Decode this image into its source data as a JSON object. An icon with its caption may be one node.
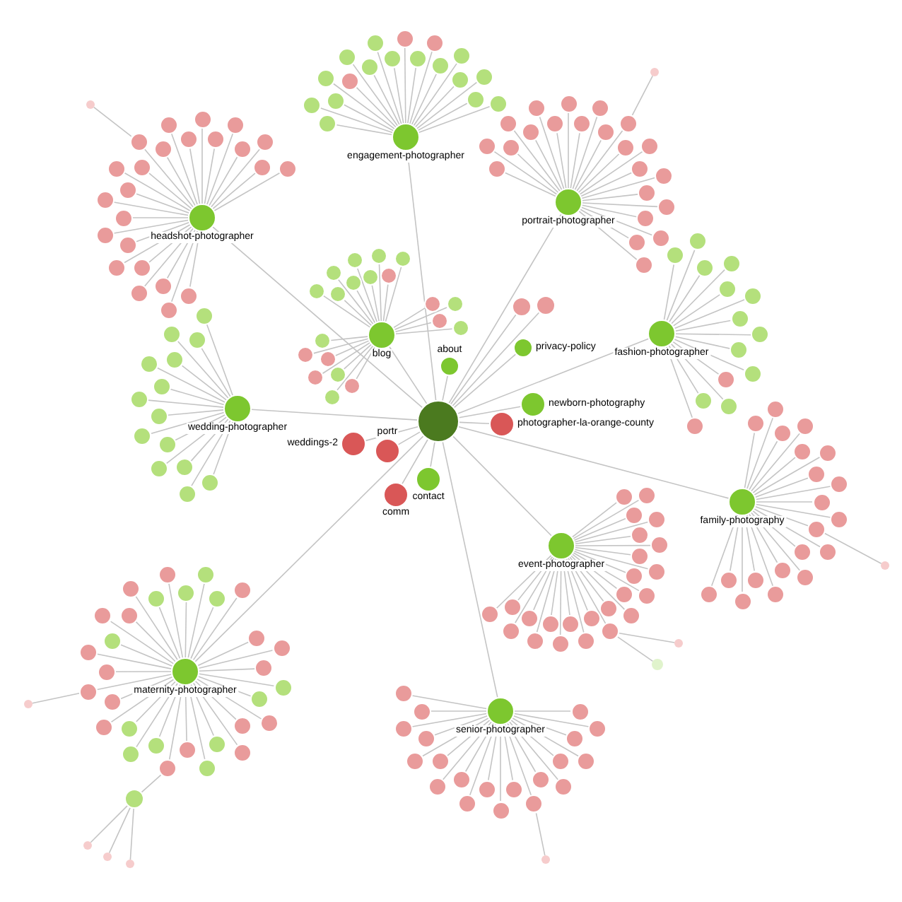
{
  "diagram": {
    "nodes": [
      {
        "text": [],
        "shape": "circle"
      },
      {
        "text": [
          "engagement-photographer"
        ]
      },
      {
        "text": [
          "portrait-photographer"
        ]
      },
      {
        "text": [
          "headshot-photographer"
        ]
      },
      {
        "text": [
          "blog"
        ]
      },
      {
        "text": [
          "fashion-photographer"
        ]
      },
      {
        "text": [
          "wedding-photographer"
        ]
      },
      {
        "text": [
          "family-photography"
        ]
      },
      {
        "text": [
          "event-photographer"
        ]
      },
      {
        "text": [
          "maternity-photographer"
        ]
      },
      {
        "text": [
          "senior-photographer"
        ]
      },
      {
        "text": [
          "about"
        ]
      },
      {
        "text": [
          "privacy-policy"
        ]
      },
      {
        "text": [
          "newborn-photography"
        ]
      },
      {
        "text": [
          "photographer-la-orange-county"
        ]
      },
      {
        "text": [
          "weddings-2"
        ]
      },
      {
        "text": [
          "portr"
        ]
      },
      {
        "text": [
          "comm"
        ]
      },
      {
        "text": [
          "contact"
        ]
      },
      {
        "text": [],
        "shape": "circle"
      },
      {
        "text": [],
        "shape": "circle"
      },
      {
        "text": [],
        "shape": "circle"
      },
      {
        "text": [],
        "shape": "circle"
      },
      {
        "text": [],
        "shape": "circle"
      },
      {
        "text": [],
        "shape": "circle"
      },
      {
        "text": [],
        "shape": "circle"
      },
      {
        "text": [],
        "shape": "circle"
      },
      {
        "text": [],
        "shape": "circle"
      },
      {
        "text": [],
        "shape": "circle"
      },
      {
        "text": [],
        "shape": "circle"
      },
      {
        "text": [],
        "shape": "circle"
      },
      {
        "text": [],
        "shape": "circle"
      },
      {
        "text": [],
        "shape": "circle"
      },
      {
        "text": [],
        "shape": "circle"
      },
      {
        "text": [],
        "shape": "circle"
      },
      {
        "text": [],
        "shape": "circle"
      },
      {
        "text": [],
        "shape": "circle"
      },
      {
        "text": [],
        "shape": "circle"
      },
      {
        "text": [],
        "shape": "circle"
      },
      {
        "text": [],
        "shape": "circle"
      },
      {
        "text": [],
        "shape": "circle"
      },
      {
        "text": [],
        "shape": "circle"
      },
      {
        "text": [],
        "shape": "circle"
      },
      {
        "text": [],
        "shape": "circle"
      },
      {
        "text": [],
        "shape": "circle"
      },
      {
        "text": [],
        "shape": "circle"
      },
      {
        "text": [],
        "shape": "circle"
      },
      {
        "text": [],
        "shape": "circle"
      },
      {
        "text": [],
        "shape": "circle"
      },
      {
        "text": [],
        "shape": "circle"
      },
      {
        "text": [],
        "shape": "circle"
      },
      {
        "text": [],
        "shape": "circle"
      },
      {
        "text": [],
        "shape": "circle"
      },
      {
        "text": [],
        "shape": "circle"
      },
      {
        "text": [],
        "shape": "circle"
      },
      {
        "text": [],
        "shape": "circle"
      },
      {
        "text": [],
        "shape": "circle"
      },
      {
        "text": [],
        "shape": "circle"
      },
      {
        "text": [],
        "shape": "circle"
      },
      {
        "text": [],
        "shape": "circle"
      },
      {
        "text": [],
        "shape": "circle"
      },
      {
        "text": [],
        "shape": "circle"
      },
      {
        "text": [],
        "shape": "circle"
      },
      {
        "text": [],
        "shape": "circle"
      },
      {
        "text": [],
        "shape": "circle"
      },
      {
        "text": [],
        "shape": "circle"
      },
      {
        "text": [],
        "shape": "circle"
      },
      {
        "text": [],
        "shape": "circle"
      },
      {
        "text": [],
        "shape": "circle"
      },
      {
        "text": [],
        "shape": "circle"
      },
      {
        "text": [],
        "shape": "circle"
      },
      {
        "text": [],
        "shape": "circle"
      },
      {
        "text": [],
        "shape": "circle"
      },
      {
        "text": [],
        "shape": "circle"
      },
      {
        "text": [],
        "shape": "circle"
      },
      {
        "text": [],
        "shape": "circle"
      },
      {
        "text": [],
        "shape": "circle"
      },
      {
        "text": [],
        "shape": "circle"
      },
      {
        "text": [],
        "shape": "circle"
      },
      {
        "text": [],
        "shape": "circle"
      },
      {
        "text": [],
        "shape": "circle"
      },
      {
        "text": [],
        "shape": "circle"
      },
      {
        "text": [],
        "shape": "circle"
      },
      {
        "text": [],
        "shape": "circle"
      },
      {
        "text": [],
        "shape": "circle"
      },
      {
        "text": [],
        "shape": "circle"
      },
      {
        "text": [],
        "shape": "circle"
      },
      {
        "text": [],
        "shape": "circle"
      },
      {
        "text": [],
        "shape": "circle"
      },
      {
        "text": [],
        "shape": "circle"
      },
      {
        "text": [],
        "shape": "circle"
      },
      {
        "text": [],
        "shape": "circle"
      },
      {
        "text": [],
        "shape": "circle"
      },
      {
        "text": [],
        "shape": "circle"
      },
      {
        "text": [],
        "shape": "circle"
      },
      {
        "text": [],
        "shape": "circle"
      },
      {
        "text": [],
        "shape": "circle"
      },
      {
        "text": [],
        "shape": "circle"
      },
      {
        "text": [],
        "shape": "circle"
      },
      {
        "text": [],
        "shape": "circle"
      },
      {
        "text": [],
        "shape": "circle"
      },
      {
        "text": [],
        "shape": "circle"
      },
      {
        "text": [],
        "shape": "circle"
      },
      {
        "text": [],
        "shape": "circle"
      },
      {
        "text": [],
        "shape": "circle"
      },
      {
        "text": [],
        "shape": "circle"
      },
      {
        "text": [],
        "shape": "circle"
      },
      {
        "text": [],
        "shape": "circle"
      },
      {
        "text": [],
        "shape": "circle"
      },
      {
        "text": [],
        "shape": "circle"
      },
      {
        "text": [],
        "shape": "circle"
      },
      {
        "text": [],
        "shape": "circle"
      },
      {
        "text": [],
        "shape": "circle"
      },
      {
        "text": [],
        "shape": "circle"
      },
      {
        "text": [],
        "shape": "circle"
      },
      {
        "text": [],
        "shape": "circle"
      },
      {
        "text": [],
        "shape": "circle"
      },
      {
        "text": [],
        "shape": "circle"
      },
      {
        "text": [],
        "shape": "circle"
      },
      {
        "text": [],
        "shape": "circle"
      },
      {
        "text": [],
        "shape": "circle"
      },
      {
        "text": [],
        "shape": "circle"
      },
      {
        "text": [],
        "shape": "circle"
      },
      {
        "text": [],
        "shape": "circle"
      },
      {
        "text": [],
        "shape": "circle"
      },
      {
        "text": [],
        "shape": "circle"
      },
      {
        "text": [],
        "shape": "circle"
      },
      {
        "text": [],
        "shape": "circle"
      },
      {
        "text": [],
        "shape": "circle"
      },
      {
        "text": [],
        "shape": "circle"
      },
      {
        "text": [],
        "shape": "circle"
      },
      {
        "text": [],
        "shape": "circle"
      },
      {
        "text": [],
        "shape": "circle"
      },
      {
        "text": [],
        "shape": "circle"
      },
      {
        "text": [],
        "shape": "circle"
      },
      {
        "text": [],
        "shape": "circle"
      },
      {
        "text": [],
        "shape": "circle"
      },
      {
        "text": [],
        "shape": "circle"
      },
      {
        "text": [],
        "shape": "circle"
      },
      {
        "text": [],
        "shape": "circle"
      },
      {
        "text": [],
        "shape": "circle"
      },
      {
        "text": [],
        "shape": "circle"
      },
      {
        "text": [],
        "shape": "circle"
      },
      {
        "text": [],
        "shape": "circle"
      },
      {
        "text": [],
        "shape": "circle"
      },
      {
        "text": [],
        "shape": "circle"
      },
      {
        "text": [],
        "shape": "circle"
      },
      {
        "text": [],
        "shape": "circle"
      },
      {
        "text": [],
        "shape": "circle"
      },
      {
        "text": [],
        "shape": "circle"
      },
      {
        "text": [],
        "shape": "circle"
      },
      {
        "text": [],
        "shape": "circle"
      },
      {
        "text": [],
        "shape": "circle"
      },
      {
        "text": [],
        "shape": "circle"
      },
      {
        "text": [],
        "shape": "circle"
      },
      {
        "text": [],
        "shape": "circle"
      },
      {
        "text": [],
        "shape": "circle"
      },
      {
        "text": [],
        "shape": "circle"
      },
      {
        "text": [],
        "shape": "circle"
      },
      {
        "text": [],
        "shape": "circle"
      },
      {
        "text": [],
        "shape": "circle"
      },
      {
        "text": [],
        "shape": "circle"
      },
      {
        "text": [],
        "shape": "circle"
      },
      {
        "text": [],
        "shape": "circle"
      },
      {
        "text": [],
        "shape": "circle"
      },
      {
        "text": [],
        "shape": "circle"
      },
      {
        "text": [],
        "shape": "circle"
      },
      {
        "text": [],
        "shape": "circle"
      },
      {
        "text": [],
        "shape": "circle"
      },
      {
        "text": [],
        "shape": "circle"
      },
      {
        "text": [],
        "shape": "circle"
      },
      {
        "text": [],
        "shape": "circle"
      },
      {
        "text": [],
        "shape": "circle"
      },
      {
        "text": [],
        "shape": "circle"
      },
      {
        "text": [],
        "shape": "circle"
      },
      {
        "text": [],
        "shape": "circle"
      },
      {
        "text": [],
        "shape": "circle"
      },
      {
        "text": [],
        "shape": "circle"
      },
      {
        "text": [],
        "shape": "circle"
      },
      {
        "text": [],
        "shape": "circle"
      },
      {
        "text": [],
        "shape": "circle"
      },
      {
        "text": [],
        "shape": "circle"
      },
      {
        "text": [],
        "shape": "circle"
      },
      {
        "text": [],
        "shape": "circle"
      },
      {
        "text": [],
        "shape": "circle"
      },
      {
        "text": [],
        "shape": "circle"
      },
      {
        "text": [],
        "shape": "circle"
      },
      {
        "text": [],
        "shape": "circle"
      },
      {
        "text": [],
        "shape": "circle"
      },
      {
        "text": [],
        "shape": "circle"
      },
      {
        "text": [],
        "shape": "circle"
      },
      {
        "text": [],
        "shape": "circle"
      },
      {
        "text": [],
        "shape": "circle"
      },
      {
        "text": [],
        "shape": "circle"
      },
      {
        "text": [],
        "shape": "circle"
      },
      {
        "text": [],
        "shape": "circle"
      },
      {
        "text": [],
        "shape": "circle"
      },
      {
        "text": [],
        "shape": "circle"
      },
      {
        "text": [],
        "shape": "circle"
      },
      {
        "text": [],
        "shape": "circle"
      },
      {
        "text": [],
        "shape": "circle"
      },
      {
        "text": [],
        "shape": "circle"
      },
      {
        "text": [],
        "shape": "circle"
      },
      {
        "text": [],
        "shape": "circle"
      },
      {
        "text": [],
        "shape": "circle"
      },
      {
        "text": [],
        "shape": "circle"
      },
      {
        "text": [],
        "shape": "circle"
      },
      {
        "text": [],
        "shape": "circle"
      },
      {
        "text": [],
        "shape": "circle"
      },
      {
        "text": [],
        "shape": "circle"
      },
      {
        "text": [],
        "shape": "circle"
      },
      {
        "text": [],
        "shape": "circle"
      },
      {
        "text": [],
        "shape": "circle"
      },
      {
        "text": [],
        "shape": "circle"
      },
      {
        "text": [],
        "shape": "circle"
      },
      {
        "text": [],
        "shape": "circle"
      },
      {
        "text": [],
        "shape": "circle"
      },
      {
        "text": [],
        "shape": "circle"
      },
      {
        "text": [],
        "shape": "circle"
      },
      {
        "text": [],
        "shape": "circle"
      },
      {
        "text": [],
        "shape": "circle"
      },
      {
        "text": [],
        "shape": "circle"
      },
      {
        "text": [],
        "shape": "circle"
      },
      {
        "text": [],
        "shape": "circle"
      },
      {
        "text": [],
        "shape": "circle"
      },
      {
        "text": [],
        "shape": "circle"
      },
      {
        "text": [],
        "shape": "circle"
      },
      {
        "text": [],
        "shape": "circle"
      },
      {
        "text": [],
        "shape": "circle"
      },
      {
        "text": [],
        "shape": "circle"
      },
      {
        "text": [],
        "shape": "circle"
      },
      {
        "text": [],
        "shape": "circle"
      },
      {
        "text": [],
        "shape": "circle"
      },
      {
        "text": [],
        "shape": "circle"
      },
      {
        "text": [],
        "shape": "circle"
      },
      {
        "text": [],
        "shape": "circle"
      },
      {
        "text": [],
        "shape": "circle"
      },
      {
        "text": [],
        "shape": "circle"
      }
    ],
    "edges": [
      {
        "from": 0,
        "to": 1,
        "arrow": "none"
      },
      {
        "from": 0,
        "to": 2,
        "arrow": "none"
      },
      {
        "from": 0,
        "to": 3,
        "arrow": "none"
      },
      {
        "from": 0,
        "to": 4,
        "arrow": "none"
      },
      {
        "from": 0,
        "to": 5,
        "arrow": "none"
      },
      {
        "from": 0,
        "to": 6,
        "arrow": "none"
      },
      {
        "from": 0,
        "to": 7,
        "arrow": "none"
      },
      {
        "from": 0,
        "to": 8,
        "arrow": "none"
      },
      {
        "from": 0,
        "to": 9,
        "arrow": "none"
      },
      {
        "from": 0,
        "to": 10,
        "arrow": "none"
      },
      {
        "from": 0,
        "to": 11,
        "arrow": "none"
      },
      {
        "from": 0,
        "to": 12,
        "arrow": "none"
      },
      {
        "from": 0,
        "to": 13,
        "arrow": "none"
      },
      {
        "from": 0,
        "to": 14,
        "arrow": "none"
      },
      {
        "from": 0,
        "to": 15,
        "arrow": "none"
      },
      {
        "from": 0,
        "to": 16,
        "arrow": "none"
      },
      {
        "from": 0,
        "to": 17,
        "arrow": "none"
      },
      {
        "from": 0,
        "to": 18,
        "arrow": "none"
      },
      {
        "from": 0,
        "to": 19,
        "arrow": "none"
      },
      {
        "from": 0,
        "to": 20,
        "arrow": "none"
      },
      {
        "from": 1,
        "to": 21,
        "arrow": "none"
      },
      {
        "from": 1,
        "to": 22,
        "arrow": "none"
      },
      {
        "from": 1,
        "to": 23,
        "arrow": "none"
      },
      {
        "from": 1,
        "to": 24,
        "arrow": "none"
      },
      {
        "from": 1,
        "to": 25,
        "arrow": "none"
      },
      {
        "from": 1,
        "to": 26,
        "arrow": "none"
      },
      {
        "from": 1,
        "to": 27,
        "arrow": "none"
      },
      {
        "from": 1,
        "to": 28,
        "arrow": "none"
      },
      {
        "from": 1,
        "to": 29,
        "arrow": "none"
      },
      {
        "from": 1,
        "to": 30,
        "arrow": "none"
      },
      {
        "from": 1,
        "to": 31,
        "arrow": "none"
      },
      {
        "from": 1,
        "to": 32,
        "arrow": "none"
      },
      {
        "from": 1,
        "to": 33,
        "arrow": "none"
      },
      {
        "from": 1,
        "to": 34,
        "arrow": "none"
      },
      {
        "from": 1,
        "to": 35,
        "arrow": "none"
      },
      {
        "from": 1,
        "to": 36,
        "arrow": "none"
      },
      {
        "from": 1,
        "to": 37,
        "arrow": "none"
      },
      {
        "from": 1,
        "to": 38,
        "arrow": "none"
      },
      {
        "from": 2,
        "to": 39,
        "arrow": "none"
      },
      {
        "from": 2,
        "to": 40,
        "arrow": "none"
      },
      {
        "from": 2,
        "to": 41,
        "arrow": "none"
      },
      {
        "from": 2,
        "to": 42,
        "arrow": "none"
      },
      {
        "from": 2,
        "to": 43,
        "arrow": "none"
      },
      {
        "from": 2,
        "to": 44,
        "arrow": "none"
      },
      {
        "from": 2,
        "to": 45,
        "arrow": "none"
      },
      {
        "from": 2,
        "to": 46,
        "arrow": "none"
      },
      {
        "from": 2,
        "to": 47,
        "arrow": "none"
      },
      {
        "from": 2,
        "to": 48,
        "arrow": "none"
      },
      {
        "from": 2,
        "to": 49,
        "arrow": "none"
      },
      {
        "from": 2,
        "to": 50,
        "arrow": "none"
      },
      {
        "from": 2,
        "to": 51,
        "arrow": "none"
      },
      {
        "from": 2,
        "to": 52,
        "arrow": "none"
      },
      {
        "from": 2,
        "to": 53,
        "arrow": "none"
      },
      {
        "from": 2,
        "to": 54,
        "arrow": "none"
      },
      {
        "from": 2,
        "to": 55,
        "arrow": "none"
      },
      {
        "from": 2,
        "to": 56,
        "arrow": "none"
      },
      {
        "from": 2,
        "to": 57,
        "arrow": "none"
      },
      {
        "from": 2,
        "to": 58,
        "arrow": "none"
      },
      {
        "from": 2,
        "to": 59,
        "arrow": "none"
      },
      {
        "from": 2,
        "to": 60,
        "arrow": "none"
      },
      {
        "from": 3,
        "to": 61,
        "arrow": "none"
      },
      {
        "from": 3,
        "to": 62,
        "arrow": "none"
      },
      {
        "from": 3,
        "to": 63,
        "arrow": "none"
      },
      {
        "from": 3,
        "to": 64,
        "arrow": "none"
      },
      {
        "from": 3,
        "to": 65,
        "arrow": "none"
      },
      {
        "from": 3,
        "to": 66,
        "arrow": "none"
      },
      {
        "from": 3,
        "to": 67,
        "arrow": "none"
      },
      {
        "from": 3,
        "to": 68,
        "arrow": "none"
      },
      {
        "from": 3,
        "to": 69,
        "arrow": "none"
      },
      {
        "from": 3,
        "to": 70,
        "arrow": "none"
      },
      {
        "from": 3,
        "to": 71,
        "arrow": "none"
      },
      {
        "from": 3,
        "to": 72,
        "arrow": "none"
      },
      {
        "from": 3,
        "to": 73,
        "arrow": "none"
      },
      {
        "from": 3,
        "to": 74,
        "arrow": "none"
      },
      {
        "from": 3,
        "to": 75,
        "arrow": "none"
      },
      {
        "from": 3,
        "to": 76,
        "arrow": "none"
      },
      {
        "from": 3,
        "to": 77,
        "arrow": "none"
      },
      {
        "from": 3,
        "to": 78,
        "arrow": "none"
      },
      {
        "from": 3,
        "to": 79,
        "arrow": "none"
      },
      {
        "from": 3,
        "to": 80,
        "arrow": "none"
      },
      {
        "from": 3,
        "to": 81,
        "arrow": "none"
      },
      {
        "from": 3,
        "to": 82,
        "arrow": "none"
      },
      {
        "from": 3,
        "to": 83,
        "arrow": "none"
      },
      {
        "from": 3,
        "to": 84,
        "arrow": "none"
      },
      {
        "from": 4,
        "to": 85,
        "arrow": "none"
      },
      {
        "from": 4,
        "to": 86,
        "arrow": "none"
      },
      {
        "from": 4,
        "to": 87,
        "arrow": "none"
      },
      {
        "from": 4,
        "to": 88,
        "arrow": "none"
      },
      {
        "from": 4,
        "to": 89,
        "arrow": "none"
      },
      {
        "from": 4,
        "to": 90,
        "arrow": "none"
      },
      {
        "from": 4,
        "to": 91,
        "arrow": "none"
      },
      {
        "from": 4,
        "to": 92,
        "arrow": "none"
      },
      {
        "from": 4,
        "to": 93,
        "arrow": "none"
      },
      {
        "from": 4,
        "to": 94,
        "arrow": "none"
      },
      {
        "from": 4,
        "to": 95,
        "arrow": "none"
      },
      {
        "from": 4,
        "to": 96,
        "arrow": "none"
      },
      {
        "from": 4,
        "to": 97,
        "arrow": "none"
      },
      {
        "from": 4,
        "to": 98,
        "arrow": "none"
      },
      {
        "from": 4,
        "to": 99,
        "arrow": "none"
      },
      {
        "from": 4,
        "to": 100,
        "arrow": "none"
      },
      {
        "from": 4,
        "to": 101,
        "arrow": "none"
      },
      {
        "from": 4,
        "to": 102,
        "arrow": "none"
      },
      {
        "from": 4,
        "to": 103,
        "arrow": "none"
      },
      {
        "from": 4,
        "to": 104,
        "arrow": "none"
      },
      {
        "from": 5,
        "to": 105,
        "arrow": "none"
      },
      {
        "from": 5,
        "to": 106,
        "arrow": "none"
      },
      {
        "from": 5,
        "to": 107,
        "arrow": "none"
      },
      {
        "from": 5,
        "to": 108,
        "arrow": "none"
      },
      {
        "from": 5,
        "to": 109,
        "arrow": "none"
      },
      {
        "from": 5,
        "to": 110,
        "arrow": "none"
      },
      {
        "from": 5,
        "to": 111,
        "arrow": "none"
      },
      {
        "from": 5,
        "to": 112,
        "arrow": "none"
      },
      {
        "from": 5,
        "to": 113,
        "arrow": "none"
      },
      {
        "from": 5,
        "to": 114,
        "arrow": "none"
      },
      {
        "from": 5,
        "to": 115,
        "arrow": "none"
      },
      {
        "from": 5,
        "to": 116,
        "arrow": "none"
      },
      {
        "from": 5,
        "to": 117,
        "arrow": "none"
      },
      {
        "from": 5,
        "to": 118,
        "arrow": "none"
      },
      {
        "from": 6,
        "to": 119,
        "arrow": "none"
      },
      {
        "from": 6,
        "to": 120,
        "arrow": "none"
      },
      {
        "from": 6,
        "to": 121,
        "arrow": "none"
      },
      {
        "from": 6,
        "to": 122,
        "arrow": "none"
      },
      {
        "from": 6,
        "to": 123,
        "arrow": "none"
      },
      {
        "from": 6,
        "to": 124,
        "arrow": "none"
      },
      {
        "from": 6,
        "to": 125,
        "arrow": "none"
      },
      {
        "from": 6,
        "to": 126,
        "arrow": "none"
      },
      {
        "from": 6,
        "to": 127,
        "arrow": "none"
      },
      {
        "from": 6,
        "to": 128,
        "arrow": "none"
      },
      {
        "from": 6,
        "to": 129,
        "arrow": "none"
      },
      {
        "from": 6,
        "to": 130,
        "arrow": "none"
      },
      {
        "from": 6,
        "to": 131,
        "arrow": "none"
      },
      {
        "from": 6,
        "to": 132,
        "arrow": "none"
      },
      {
        "from": 7,
        "to": 133,
        "arrow": "none"
      },
      {
        "from": 7,
        "to": 134,
        "arrow": "none"
      },
      {
        "from": 7,
        "to": 135,
        "arrow": "none"
      },
      {
        "from": 7,
        "to": 136,
        "arrow": "none"
      },
      {
        "from": 7,
        "to": 137,
        "arrow": "none"
      },
      {
        "from": 7,
        "to": 138,
        "arrow": "none"
      },
      {
        "from": 7,
        "to": 139,
        "arrow": "none"
      },
      {
        "from": 7,
        "to": 140,
        "arrow": "none"
      },
      {
        "from": 7,
        "to": 141,
        "arrow": "none"
      },
      {
        "from": 7,
        "to": 142,
        "arrow": "none"
      },
      {
        "from": 7,
        "to": 143,
        "arrow": "none"
      },
      {
        "from": 7,
        "to": 144,
        "arrow": "none"
      },
      {
        "from": 7,
        "to": 145,
        "arrow": "none"
      },
      {
        "from": 7,
        "to": 146,
        "arrow": "none"
      },
      {
        "from": 7,
        "to": 147,
        "arrow": "none"
      },
      {
        "from": 7,
        "to": 148,
        "arrow": "none"
      },
      {
        "from": 7,
        "to": 149,
        "arrow": "none"
      },
      {
        "from": 7,
        "to": 150,
        "arrow": "none"
      },
      {
        "from": 7,
        "to": 151,
        "arrow": "none"
      },
      {
        "from": 7,
        "to": 152,
        "arrow": "none"
      },
      {
        "from": 8,
        "to": 153,
        "arrow": "none"
      },
      {
        "from": 8,
        "to": 154,
        "arrow": "none"
      },
      {
        "from": 8,
        "to": 155,
        "arrow": "none"
      },
      {
        "from": 8,
        "to": 156,
        "arrow": "none"
      },
      {
        "from": 8,
        "to": 157,
        "arrow": "none"
      },
      {
        "from": 8,
        "to": 158,
        "arrow": "none"
      },
      {
        "from": 8,
        "to": 159,
        "arrow": "none"
      },
      {
        "from": 8,
        "to": 160,
        "arrow": "none"
      },
      {
        "from": 8,
        "to": 161,
        "arrow": "none"
      },
      {
        "from": 8,
        "to": 162,
        "arrow": "none"
      },
      {
        "from": 8,
        "to": 163,
        "arrow": "none"
      },
      {
        "from": 8,
        "to": 164,
        "arrow": "none"
      },
      {
        "from": 8,
        "to": 165,
        "arrow": "none"
      },
      {
        "from": 8,
        "to": 166,
        "arrow": "none"
      },
      {
        "from": 8,
        "to": 167,
        "arrow": "none"
      },
      {
        "from": 8,
        "to": 168,
        "arrow": "none"
      },
      {
        "from": 8,
        "to": 169,
        "arrow": "none"
      },
      {
        "from": 8,
        "to": 170,
        "arrow": "none"
      },
      {
        "from": 8,
        "to": 171,
        "arrow": "none"
      },
      {
        "from": 8,
        "to": 172,
        "arrow": "none"
      },
      {
        "from": 8,
        "to": 173,
        "arrow": "none"
      },
      {
        "from": 8,
        "to": 174,
        "arrow": "none"
      },
      {
        "from": 8,
        "to": 175,
        "arrow": "none"
      },
      {
        "from": 8,
        "to": 176,
        "arrow": "none"
      },
      {
        "from": 9,
        "to": 177,
        "arrow": "none"
      },
      {
        "from": 9,
        "to": 178,
        "arrow": "none"
      },
      {
        "from": 9,
        "to": 179,
        "arrow": "none"
      },
      {
        "from": 9,
        "to": 180,
        "arrow": "none"
      },
      {
        "from": 9,
        "to": 181,
        "arrow": "none"
      },
      {
        "from": 9,
        "to": 182,
        "arrow": "none"
      },
      {
        "from": 9,
        "to": 183,
        "arrow": "none"
      },
      {
        "from": 9,
        "to": 184,
        "arrow": "none"
      },
      {
        "from": 9,
        "to": 185,
        "arrow": "none"
      },
      {
        "from": 9,
        "to": 186,
        "arrow": "none"
      },
      {
        "from": 9,
        "to": 187,
        "arrow": "none"
      },
      {
        "from": 9,
        "to": 188,
        "arrow": "none"
      },
      {
        "from": 9,
        "to": 189,
        "arrow": "none"
      },
      {
        "from": 9,
        "to": 190,
        "arrow": "none"
      },
      {
        "from": 9,
        "to": 191,
        "arrow": "none"
      },
      {
        "from": 9,
        "to": 192,
        "arrow": "none"
      },
      {
        "from": 9,
        "to": 193,
        "arrow": "none"
      },
      {
        "from": 9,
        "to": 194,
        "arrow": "none"
      },
      {
        "from": 9,
        "to": 195,
        "arrow": "none"
      },
      {
        "from": 9,
        "to": 196,
        "arrow": "none"
      },
      {
        "from": 9,
        "to": 197,
        "arrow": "none"
      },
      {
        "from": 9,
        "to": 198,
        "arrow": "none"
      },
      {
        "from": 9,
        "to": 199,
        "arrow": "none"
      },
      {
        "from": 9,
        "to": 200,
        "arrow": "none"
      },
      {
        "from": 9,
        "to": 201,
        "arrow": "none"
      },
      {
        "from": 9,
        "to": 202,
        "arrow": "none"
      },
      {
        "from": 9,
        "to": 203,
        "arrow": "none"
      },
      {
        "from": 9,
        "to": 204,
        "arrow": "none"
      },
      {
        "from": 9,
        "to": 205,
        "arrow": "none"
      },
      {
        "from": 9,
        "to": 206,
        "arrow": "none"
      },
      {
        "from": 10,
        "to": 207,
        "arrow": "none"
      },
      {
        "from": 10,
        "to": 208,
        "arrow": "none"
      },
      {
        "from": 10,
        "to": 209,
        "arrow": "none"
      },
      {
        "from": 10,
        "to": 210,
        "arrow": "none"
      },
      {
        "from": 10,
        "to": 211,
        "arrow": "none"
      },
      {
        "from": 10,
        "to": 212,
        "arrow": "none"
      },
      {
        "from": 10,
        "to": 213,
        "arrow": "none"
      },
      {
        "from": 10,
        "to": 214,
        "arrow": "none"
      },
      {
        "from": 10,
        "to": 215,
        "arrow": "none"
      },
      {
        "from": 10,
        "to": 216,
        "arrow": "none"
      },
      {
        "from": 10,
        "to": 217,
        "arrow": "none"
      },
      {
        "from": 10,
        "to": 218,
        "arrow": "none"
      },
      {
        "from": 10,
        "to": 219,
        "arrow": "none"
      },
      {
        "from": 10,
        "to": 220,
        "arrow": "none"
      },
      {
        "from": 10,
        "to": 221,
        "arrow": "none"
      },
      {
        "from": 10,
        "to": 222,
        "arrow": "none"
      },
      {
        "from": 10,
        "to": 223,
        "arrow": "none"
      },
      {
        "from": 10,
        "to": 224,
        "arrow": "none"
      },
      {
        "from": 10,
        "to": 225,
        "arrow": "none"
      },
      {
        "from": 10,
        "to": 226,
        "arrow": "none"
      },
      {
        "from": 74,
        "to": 227,
        "arrow": "none"
      },
      {
        "from": 50,
        "to": 228,
        "arrow": "none"
      },
      {
        "from": 194,
        "to": 229,
        "arrow": "none"
      },
      {
        "from": 188,
        "to": 230,
        "arrow": "none"
      },
      {
        "from": 230,
        "to": 231,
        "arrow": "none"
      },
      {
        "from": 230,
        "to": 232,
        "arrow": "none"
      },
      {
        "from": 230,
        "to": 233,
        "arrow": "none"
      },
      {
        "from": 143,
        "to": 234,
        "arrow": "none"
      },
      {
        "from": 214,
        "to": 235,
        "arrow": "none"
      },
      {
        "from": 166,
        "to": 236,
        "arrow": "none"
      },
      {
        "from": 166,
        "to": 237,
        "arrow": "none"
      }
    ]
  }
}
